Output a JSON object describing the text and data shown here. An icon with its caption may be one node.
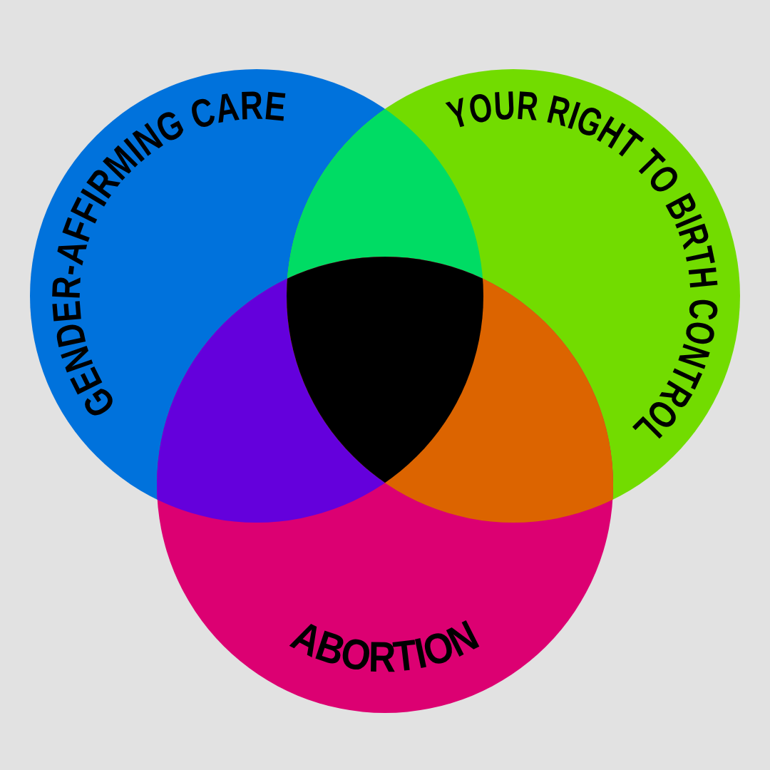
{
  "diagram": {
    "nodes": [
      {
        "text": [
          "GENDER-AFFIRMING CARE"
        ]
      },
      {
        "text": [
          "YOUR RIGHT TO BIRTH CONTROL"
        ]
      },
      {
        "text": [
          "ABORTION"
        ]
      }
    ]
  }
}
